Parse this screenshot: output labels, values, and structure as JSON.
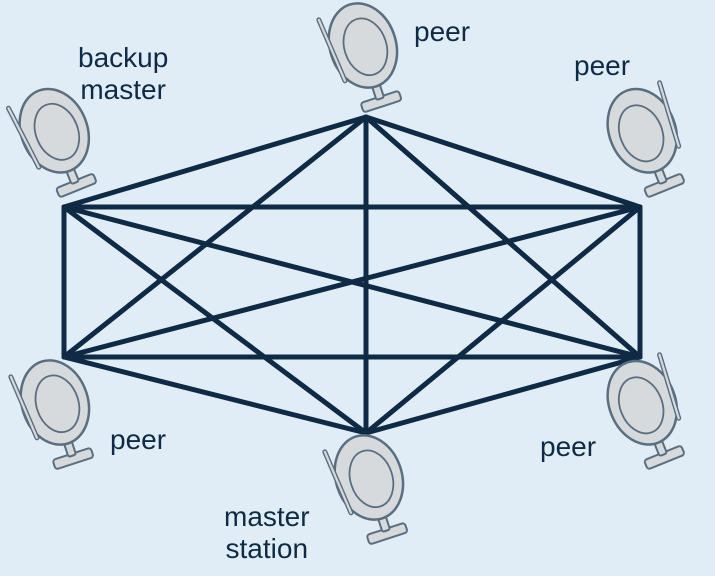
{
  "diagram": {
    "colors": {
      "background": "#e0edf6",
      "link": "#0e2a45",
      "dish_fill": "#d6dadd",
      "dish_stroke": "#5a6e80",
      "text": "#0e2a45"
    },
    "stations": [
      {
        "id": "top",
        "label_lines": [
          "peer"
        ],
        "icon": "satellite-dish-icon"
      },
      {
        "id": "upper-right",
        "label_lines": [
          "peer"
        ],
        "icon": "satellite-dish-icon"
      },
      {
        "id": "lower-right",
        "label_lines": [
          "peer"
        ],
        "icon": "satellite-dish-icon"
      },
      {
        "id": "bottom",
        "label_lines": [
          "master",
          "station"
        ],
        "icon": "satellite-dish-icon"
      },
      {
        "id": "lower-left",
        "label_lines": [
          "peer"
        ],
        "icon": "satellite-dish-icon"
      },
      {
        "id": "upper-left",
        "label_lines": [
          "backup",
          "master"
        ],
        "icon": "satellite-dish-icon"
      }
    ],
    "topology": "full-mesh"
  }
}
